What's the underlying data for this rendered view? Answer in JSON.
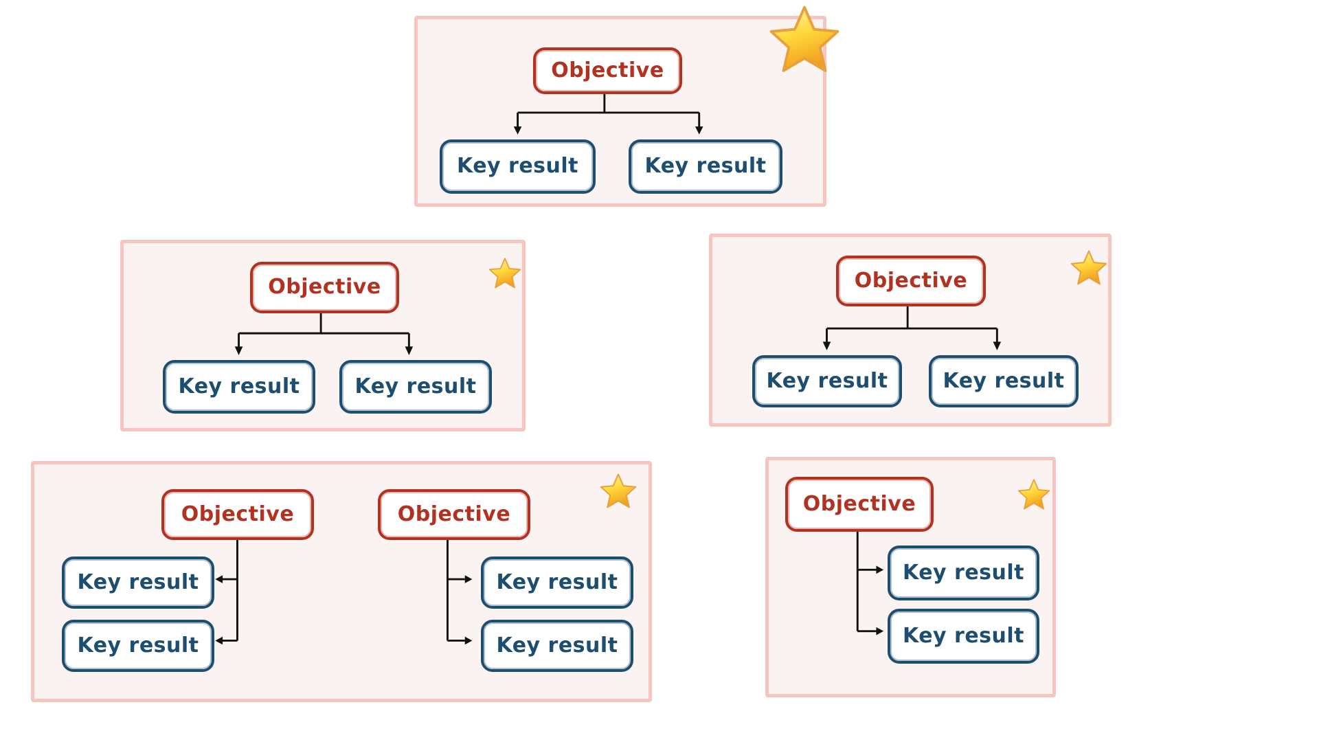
{
  "labels": {
    "objective": "Objective",
    "key_result": "Key result"
  },
  "icons": {
    "star": "gold-star-emoji"
  },
  "colors": {
    "objective_red": "#b23222",
    "key_result_blue": "#1d4e70",
    "panel_border_pink": "#f6c5bf",
    "panel_background": "#fbf3f1",
    "node_fill": "#ffffff",
    "connector_black": "#111111",
    "star_gold": "#ffd93b",
    "page_background": "#ffffff"
  },
  "diagram_data": {
    "description": "Five framed OKR tree diagrams, each marked with a gold star",
    "panels": [
      {
        "position": "top-center",
        "star": "large",
        "groups": [
          {
            "objective": "Objective",
            "key_results": [
              "Key result",
              "Key result"
            ],
            "arrangement": "two-children-below"
          }
        ]
      },
      {
        "position": "middle-left",
        "star": "small",
        "groups": [
          {
            "objective": "Objective",
            "key_results": [
              "Key result",
              "Key result"
            ],
            "arrangement": "two-children-below"
          }
        ]
      },
      {
        "position": "middle-right",
        "star": "small",
        "groups": [
          {
            "objective": "Objective",
            "key_results": [
              "Key result",
              "Key result"
            ],
            "arrangement": "two-children-below"
          }
        ]
      },
      {
        "position": "bottom-left",
        "star": "small",
        "groups": [
          {
            "objective": "Objective",
            "key_results": [
              "Key result",
              "Key result"
            ],
            "arrangement": "children-stacked-left"
          },
          {
            "objective": "Objective",
            "key_results": [
              "Key result",
              "Key result"
            ],
            "arrangement": "children-stacked-right"
          }
        ]
      },
      {
        "position": "bottom-right",
        "star": "small",
        "groups": [
          {
            "objective": "Objective",
            "key_results": [
              "Key result",
              "Key result"
            ],
            "arrangement": "children-stacked-right"
          }
        ]
      }
    ]
  }
}
